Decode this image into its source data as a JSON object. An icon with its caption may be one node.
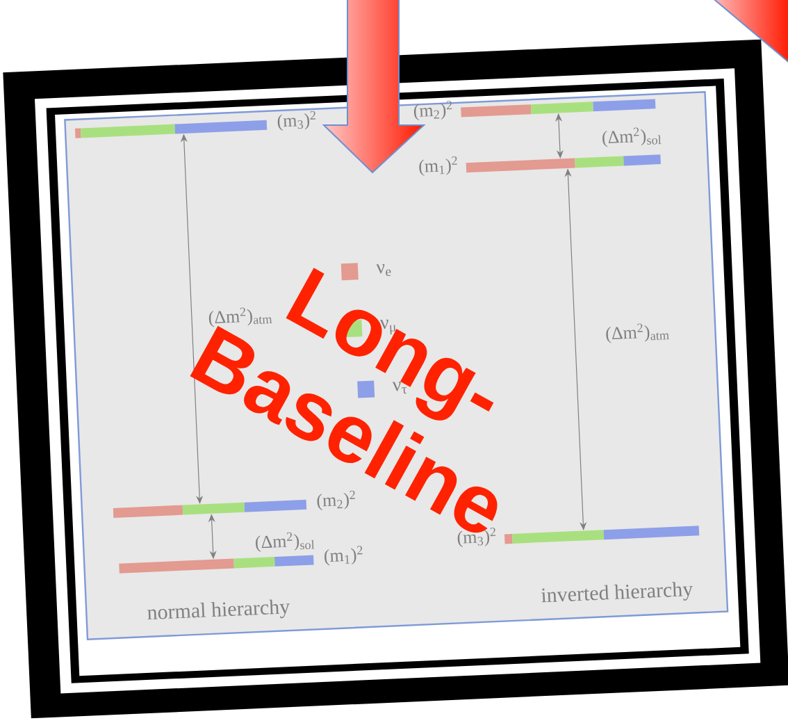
{
  "diagram": {
    "nodes": [
      {
        "text": [],
        "shape": "bar",
        "beside": [
          "(m$_{3}$)$^{2}$"
        ]
      },
      {
        "text": [],
        "shape": "bar",
        "beside": [
          "(m$_{2}$)$^{2}$"
        ]
      },
      {
        "text": [],
        "shape": "bar",
        "beside": [
          "(m$_{1}$)$^{2}$"
        ]
      },
      {
        "text": [],
        "shape": "bar",
        "beside": [
          "(m$_{2}$)$^{2}$"
        ]
      },
      {
        "text": [],
        "shape": "bar",
        "beside": [
          "(m$_{1}$)$^{2}$"
        ]
      },
      {
        "text": [],
        "shape": "bar",
        "beside": [
          "(m$_{3}$)$^{2}$"
        ]
      }
    ],
    "edges": [
      {
        "from": 1,
        "to": 0,
        "arrow": "both",
        "label": "(Δm$^{2}$)$_{atm}$"
      },
      {
        "from": 2,
        "to": 1,
        "arrow": "both",
        "label": "(Δm$^{2}$)$_{sol}$"
      },
      {
        "from": 4,
        "to": 3,
        "arrow": "both",
        "label": "(Δm$^{2}$)$_{sol}$"
      },
      {
        "from": 5,
        "to": 4,
        "arrow": "both",
        "label": "(Δm$^{2}$)$_{atm}$"
      }
    ],
    "labels": [
      "normal hierarchy",
      "inverted hierarchy",
      "Long-Baseline"
    ],
    "legend": [
      {
        "text": "ν$_{e}$",
        "color": "#e39a90"
      },
      {
        "text": "ν$_{μ}$",
        "color": "#a9e07f"
      },
      {
        "text": "ν$_{τ}$",
        "color": "#8d9fe8"
      }
    ]
  }
}
